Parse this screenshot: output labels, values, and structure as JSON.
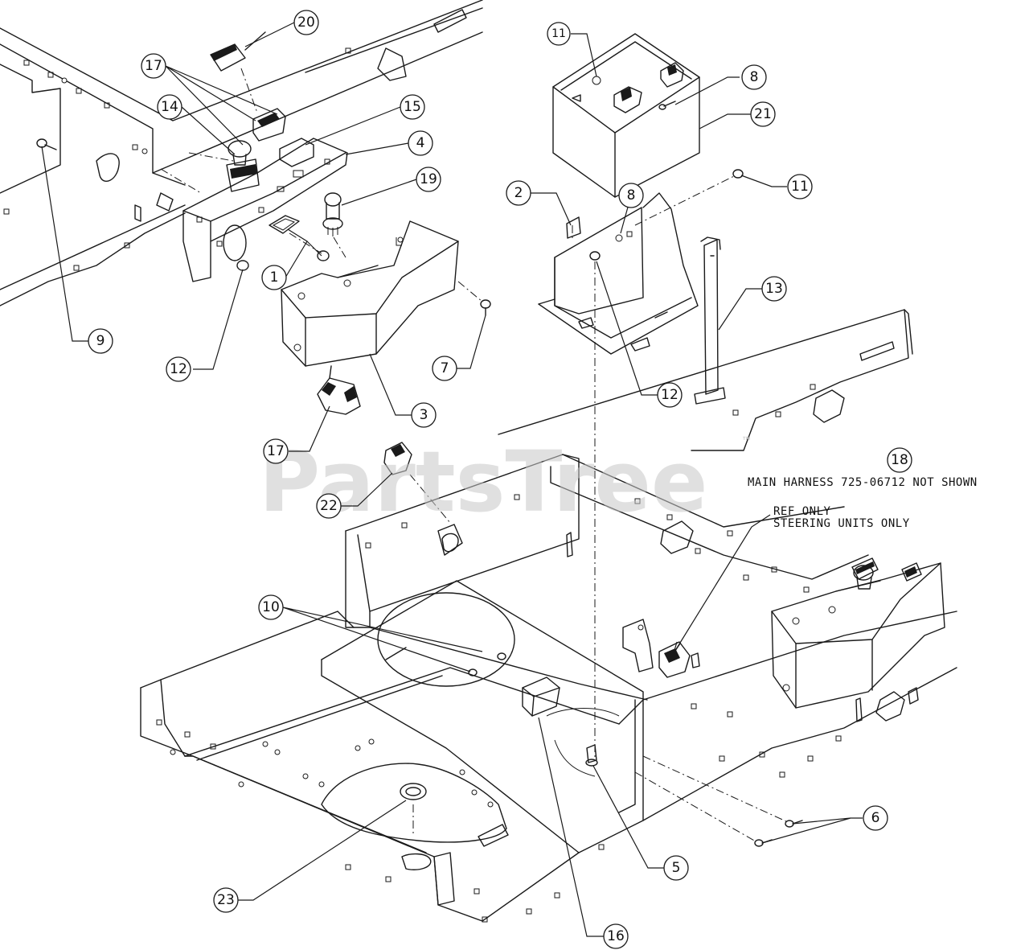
{
  "watermark": {
    "brand": "PartsTree",
    "tm": "™"
  },
  "notes": {
    "harness_callout": "18",
    "harness": "MAIN HARNESS 725-06712 NOT SHOWN",
    "ref_line1": "REF ONLY",
    "ref_line2": "STEERING UNITS ONLY"
  },
  "callouts": [
    "20",
    "17",
    "14",
    "15",
    "4",
    "19",
    "1",
    "12",
    "9",
    "3",
    "7",
    "17",
    "22",
    "11",
    "8",
    "21",
    "11",
    "2",
    "8",
    "12",
    "13",
    "10",
    "6",
    "5",
    "16",
    "23"
  ]
}
